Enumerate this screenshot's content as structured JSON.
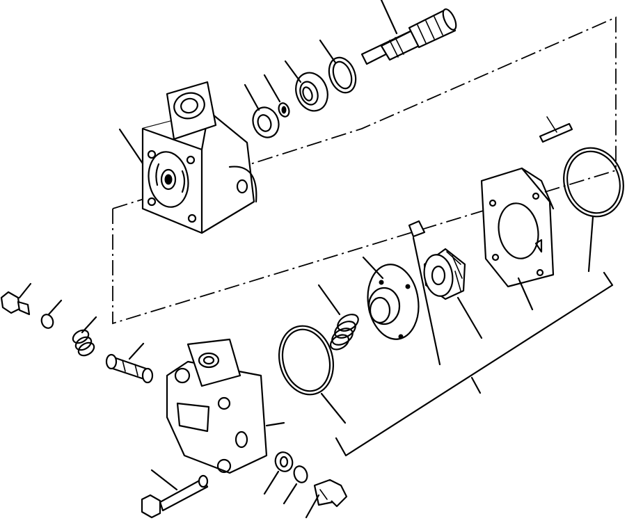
{
  "diagram": {
    "type": "exploded-parts-drawing",
    "colors": {
      "ink": "#000000",
      "paper": "#ffffff"
    },
    "parts": [
      "spline-shaft",
      "snap-ring",
      "ball-bearing",
      "key",
      "oil-seal",
      "front-housing",
      "pin",
      "o-ring-large",
      "wear-plate",
      "gear-rotor",
      "small-key",
      "cam-ring",
      "spring",
      "o-ring-mid",
      "rear-housing",
      "plunger",
      "spring-small",
      "washer-small",
      "plug-bolt",
      "long-bolt",
      "washer-bottom",
      "seal-ring-bottom",
      "hex-bolt"
    ]
  }
}
